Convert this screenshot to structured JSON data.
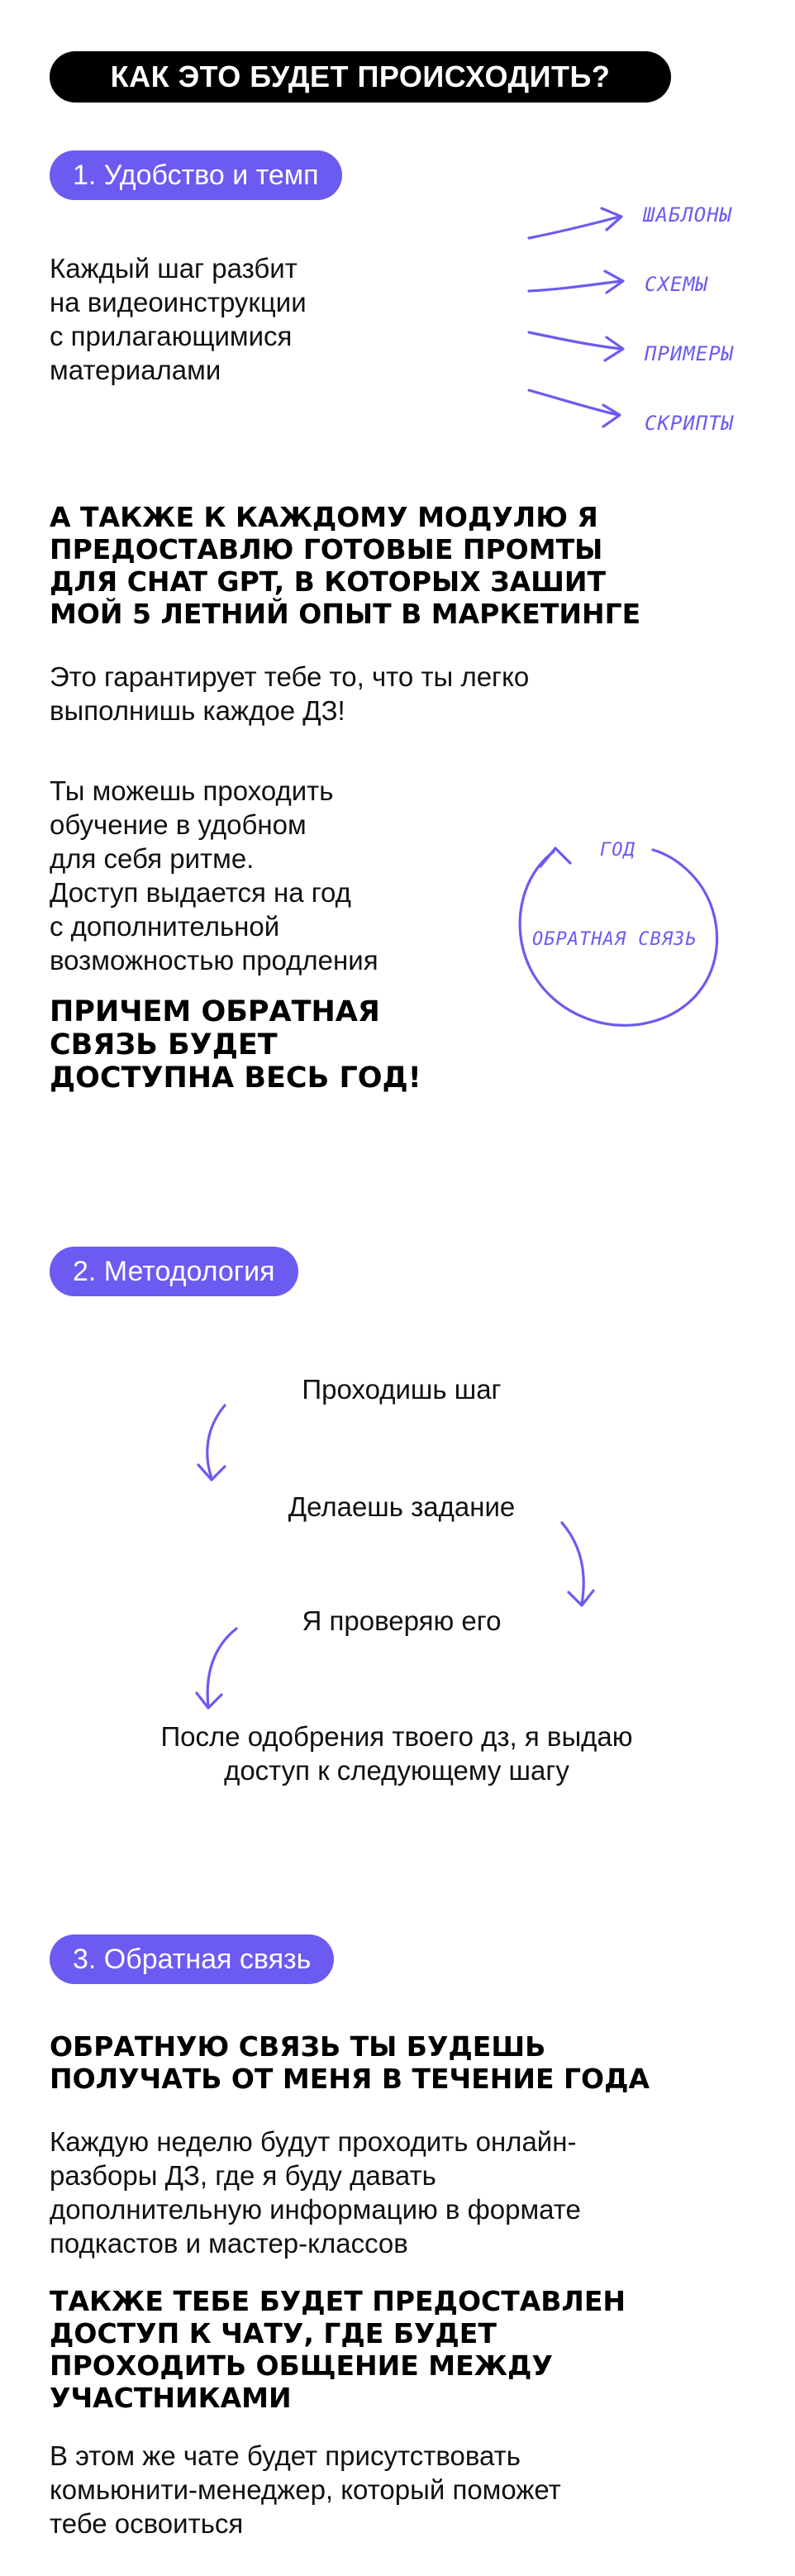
{
  "header": {
    "title": "КАК ЭТО БУДЕТ ПРОИСХОДИТЬ?"
  },
  "colors": {
    "accent": "#6b5bf1",
    "pill_dark": "#000000",
    "text": "#111111"
  },
  "section1": {
    "label": "1. Удобство и темп",
    "intro_lines": [
      "Каждый шаг разбит",
      "на видеоинструкции",
      "с прилагающимися",
      "материалами"
    ],
    "materials": [
      "ШАБЛОНЫ",
      "СХЕМЫ",
      "ПРИМЕРЫ",
      "СКРИПТЫ"
    ],
    "heading_lines": [
      "А ТАКЖЕ К КАЖДОМУ МОДУЛЮ Я",
      "ПРЕДОСТАВЛЮ ГОТОВЫЕ ПРОМТЫ",
      "ДЛЯ CHAT GPT, В КОТОРЫХ ЗАШИТ",
      "МОЙ 5 ЛЕТНИЙ ОПЫТ В МАРКЕТИНГЕ"
    ],
    "guarantee_lines": [
      "Это гарантирует тебе то, что ты легко",
      "выполнишь каждое ДЗ!"
    ],
    "pace_lines": [
      "Ты можешь проходить",
      "обучение в удобном",
      "для себя ритме.",
      "Доступ выдается на год",
      "с дополнительной",
      "возможностью продления"
    ],
    "cycle_top": "ГОД",
    "cycle_label": "ОБРАТНАЯ СВЯЗЬ",
    "feedback_heading_lines": [
      "ПРИЧЕМ ОБРАТНАЯ",
      "СВЯЗЬ БУДЕТ",
      "ДОСТУПНА ВЕСЬ ГОД!"
    ]
  },
  "section2": {
    "label": "2. Методология",
    "steps": [
      "Проходишь шаг",
      "Делаешь задание",
      "Я проверяю его"
    ],
    "final_lines": [
      "После одобрения твоего дз, я выдаю",
      "доступ к следующему шагу"
    ]
  },
  "section3": {
    "label": "3. Обратная связь",
    "heading_lines": [
      "ОБРАТНУЮ СВЯЗЬ ТЫ БУДЕШЬ",
      "ПОЛУЧАТЬ ОТ МЕНЯ В ТЕЧЕНИЕ  ГОДА"
    ],
    "weekly_lines": [
      "Каждую неделю будут проходить онлайн-",
      "разборы ДЗ, где я буду давать",
      "дополнительную информацию в формате",
      "подкастов и мастер-классов"
    ],
    "chat_heading_lines": [
      "ТАКЖЕ ТЕБЕ БУДЕТ ПРЕДОСТАВЛЕН",
      "ДОСТУП К ЧАТУ, ГДЕ БУДЕТ",
      "ПРОХОДИТЬ ОБЩЕНИЕ МЕЖДУ",
      "УЧАСТНИКАМИ"
    ],
    "chat_lines": [
      "В этом же чате будет присутствовать",
      "комьюнити-менеджер, который поможет",
      "тебе освоиться"
    ]
  }
}
